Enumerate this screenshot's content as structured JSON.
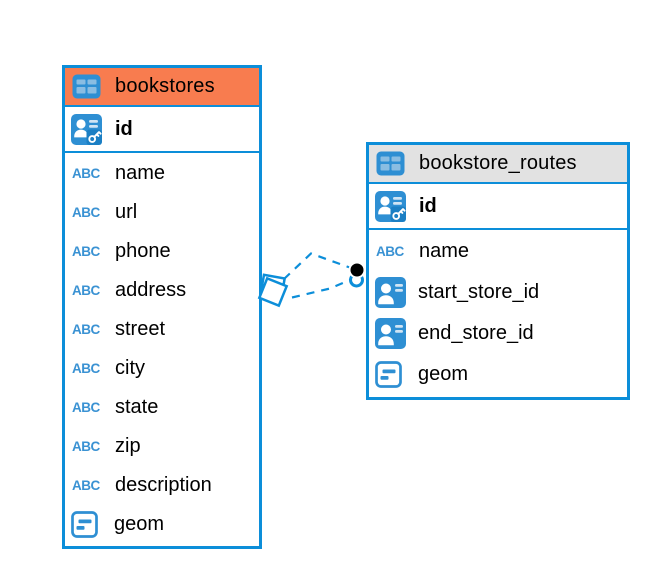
{
  "diagram": {
    "colors": {
      "table_border": "#0c8ed9",
      "selected_header_bg": "#f87c4f",
      "default_header_bg": "#e2e2e2",
      "icon_blue": "#2e8fd3",
      "relationship_line": "#0c8ed9",
      "text": "#000000"
    },
    "icons": {
      "text_type_label": "ABC"
    },
    "tables": [
      {
        "name": "bookstores",
        "header_style": "selected",
        "primary_key": "id",
        "columns": [
          "name",
          "url",
          "phone",
          "address",
          "street",
          "city",
          "state",
          "zip",
          "description",
          "geom"
        ],
        "column_types": [
          "text",
          "text",
          "text",
          "text",
          "text",
          "text",
          "text",
          "text",
          "text",
          "geometry"
        ]
      },
      {
        "name": "bookstore_routes",
        "header_style": "default",
        "primary_key": "id",
        "columns": [
          "name",
          "start_store_id",
          "end_store_id",
          "geom"
        ],
        "column_types": [
          "text",
          "foreign-key",
          "foreign-key",
          "geometry"
        ]
      }
    ],
    "relationships": [
      {
        "from": "bookstore_routes.start_store_id",
        "style": "dashed"
      },
      {
        "from": "bookstore_routes.end_store_id",
        "style": "dashed"
      }
    ]
  }
}
